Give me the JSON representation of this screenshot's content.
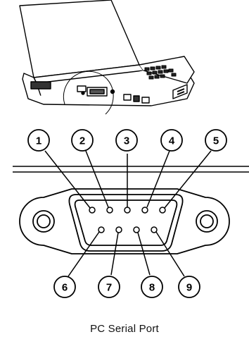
{
  "caption": "PC Serial Port",
  "connector": {
    "top_row_pins": [
      "1",
      "2",
      "3",
      "4",
      "5"
    ],
    "bottom_row_pins": [
      "6",
      "7",
      "8",
      "9"
    ]
  }
}
